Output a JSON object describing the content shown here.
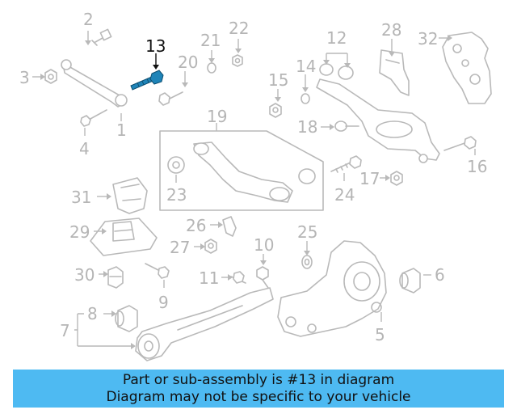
{
  "callouts": {
    "c1": "1",
    "c2": "2",
    "c3": "3",
    "c4": "4",
    "c5": "5",
    "c6": "6",
    "c7": "7",
    "c8": "8",
    "c9": "9",
    "c10": "10",
    "c11": "11",
    "c12": "12",
    "c13": "13",
    "c14": "14",
    "c15": "15",
    "c16": "16",
    "c17": "17",
    "c18": "18",
    "c19": "19",
    "c20": "20",
    "c21": "21",
    "c22": "22",
    "c23": "23",
    "c24": "24",
    "c25": "25",
    "c26": "26",
    "c27": "27",
    "c28": "28",
    "c29": "29",
    "c30": "30",
    "c31": "31",
    "c32": "32"
  },
  "highlight_part": "13",
  "highlight_color": "#1f84b8",
  "banner": {
    "line1": "Part or sub-assembly is #13 in diagram",
    "line2": "Diagram may not be specific to your vehicle",
    "color": "#4ebaf2"
  }
}
